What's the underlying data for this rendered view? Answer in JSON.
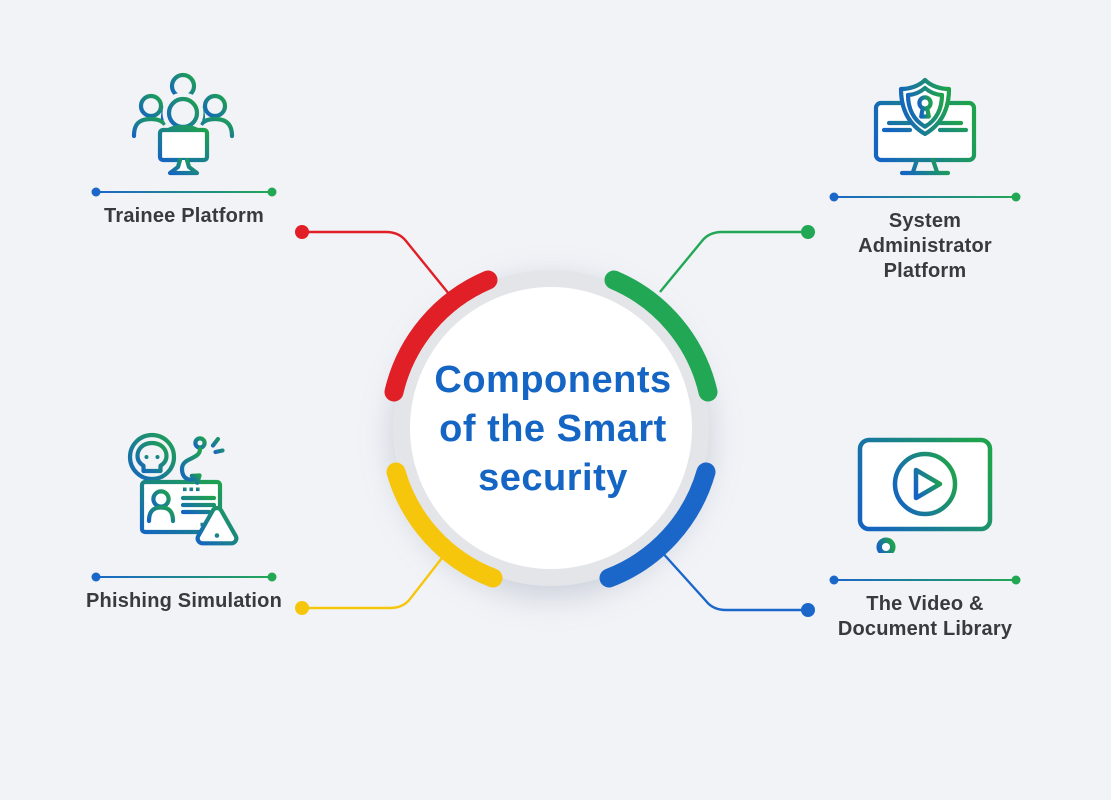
{
  "background_color": "#f1f3f7",
  "center": {
    "title_lines": [
      "Components",
      "of the Smart",
      "security"
    ],
    "title_color": "#1565c4"
  },
  "colors": {
    "red": "#e01f26",
    "green": "#22a755",
    "yellow": "#f6c60d",
    "blue": "#1b66c9",
    "ring_gray": "#e4e5e9",
    "inner_circle": "#ffffff",
    "label_text": "#3a3a3c",
    "icon_gradient_start": "#1565c0",
    "icon_gradient_end": "#1fa24e"
  },
  "components": [
    {
      "label_lines": [
        "Trainee Platform"
      ],
      "icon": "trainee-group-monitor-icon",
      "connector_color": "#e01f26"
    },
    {
      "label_lines": [
        "System",
        "Administrator",
        "Platform"
      ],
      "icon": "monitor-security-shield-icon",
      "connector_color": "#22a755"
    },
    {
      "label_lines": [
        "Phishing Simulation"
      ],
      "icon": "phishing-id-card-hook-warning-icon",
      "connector_color": "#f6c60d"
    },
    {
      "label_lines": [
        "The Video &",
        "Document Library"
      ],
      "icon": "video-player-icon",
      "connector_color": "#1b66c9"
    }
  ]
}
